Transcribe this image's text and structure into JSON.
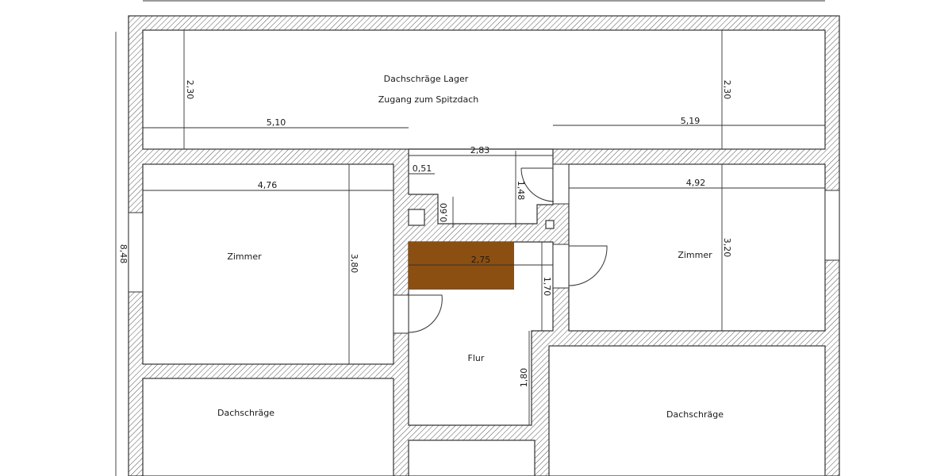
{
  "plan": {
    "rooms": [
      {
        "name": "Dachschräge Lager",
        "sub": "Zugang zum Spitzdach"
      },
      {
        "name": "Zimmer"
      },
      {
        "name": "Zimmer"
      },
      {
        "name": "Flur"
      },
      {
        "name": "Dachschräge"
      },
      {
        "name": "Dachschräge"
      }
    ],
    "dimensions": {
      "overall_height": "8,48",
      "top_left_height": "2,30",
      "top_right_height": "2,30",
      "top_left_width": "5,10",
      "top_right_width": "5,19",
      "corridor_top_width": "2,83",
      "niche_width": "0,51",
      "niche_depth": "0,60",
      "door_niche_height": "1,48",
      "left_room_width": "4,76",
      "left_room_height": "3,80",
      "right_room_width": "4,92",
      "right_room_height": "3,20",
      "stair_width": "2,75",
      "stair_side_height": "1,70",
      "flur_height": "1,80"
    },
    "colors": {
      "wall_line": "#333333",
      "hatch": "#555555",
      "stair_fill": "#8B4F12"
    }
  }
}
